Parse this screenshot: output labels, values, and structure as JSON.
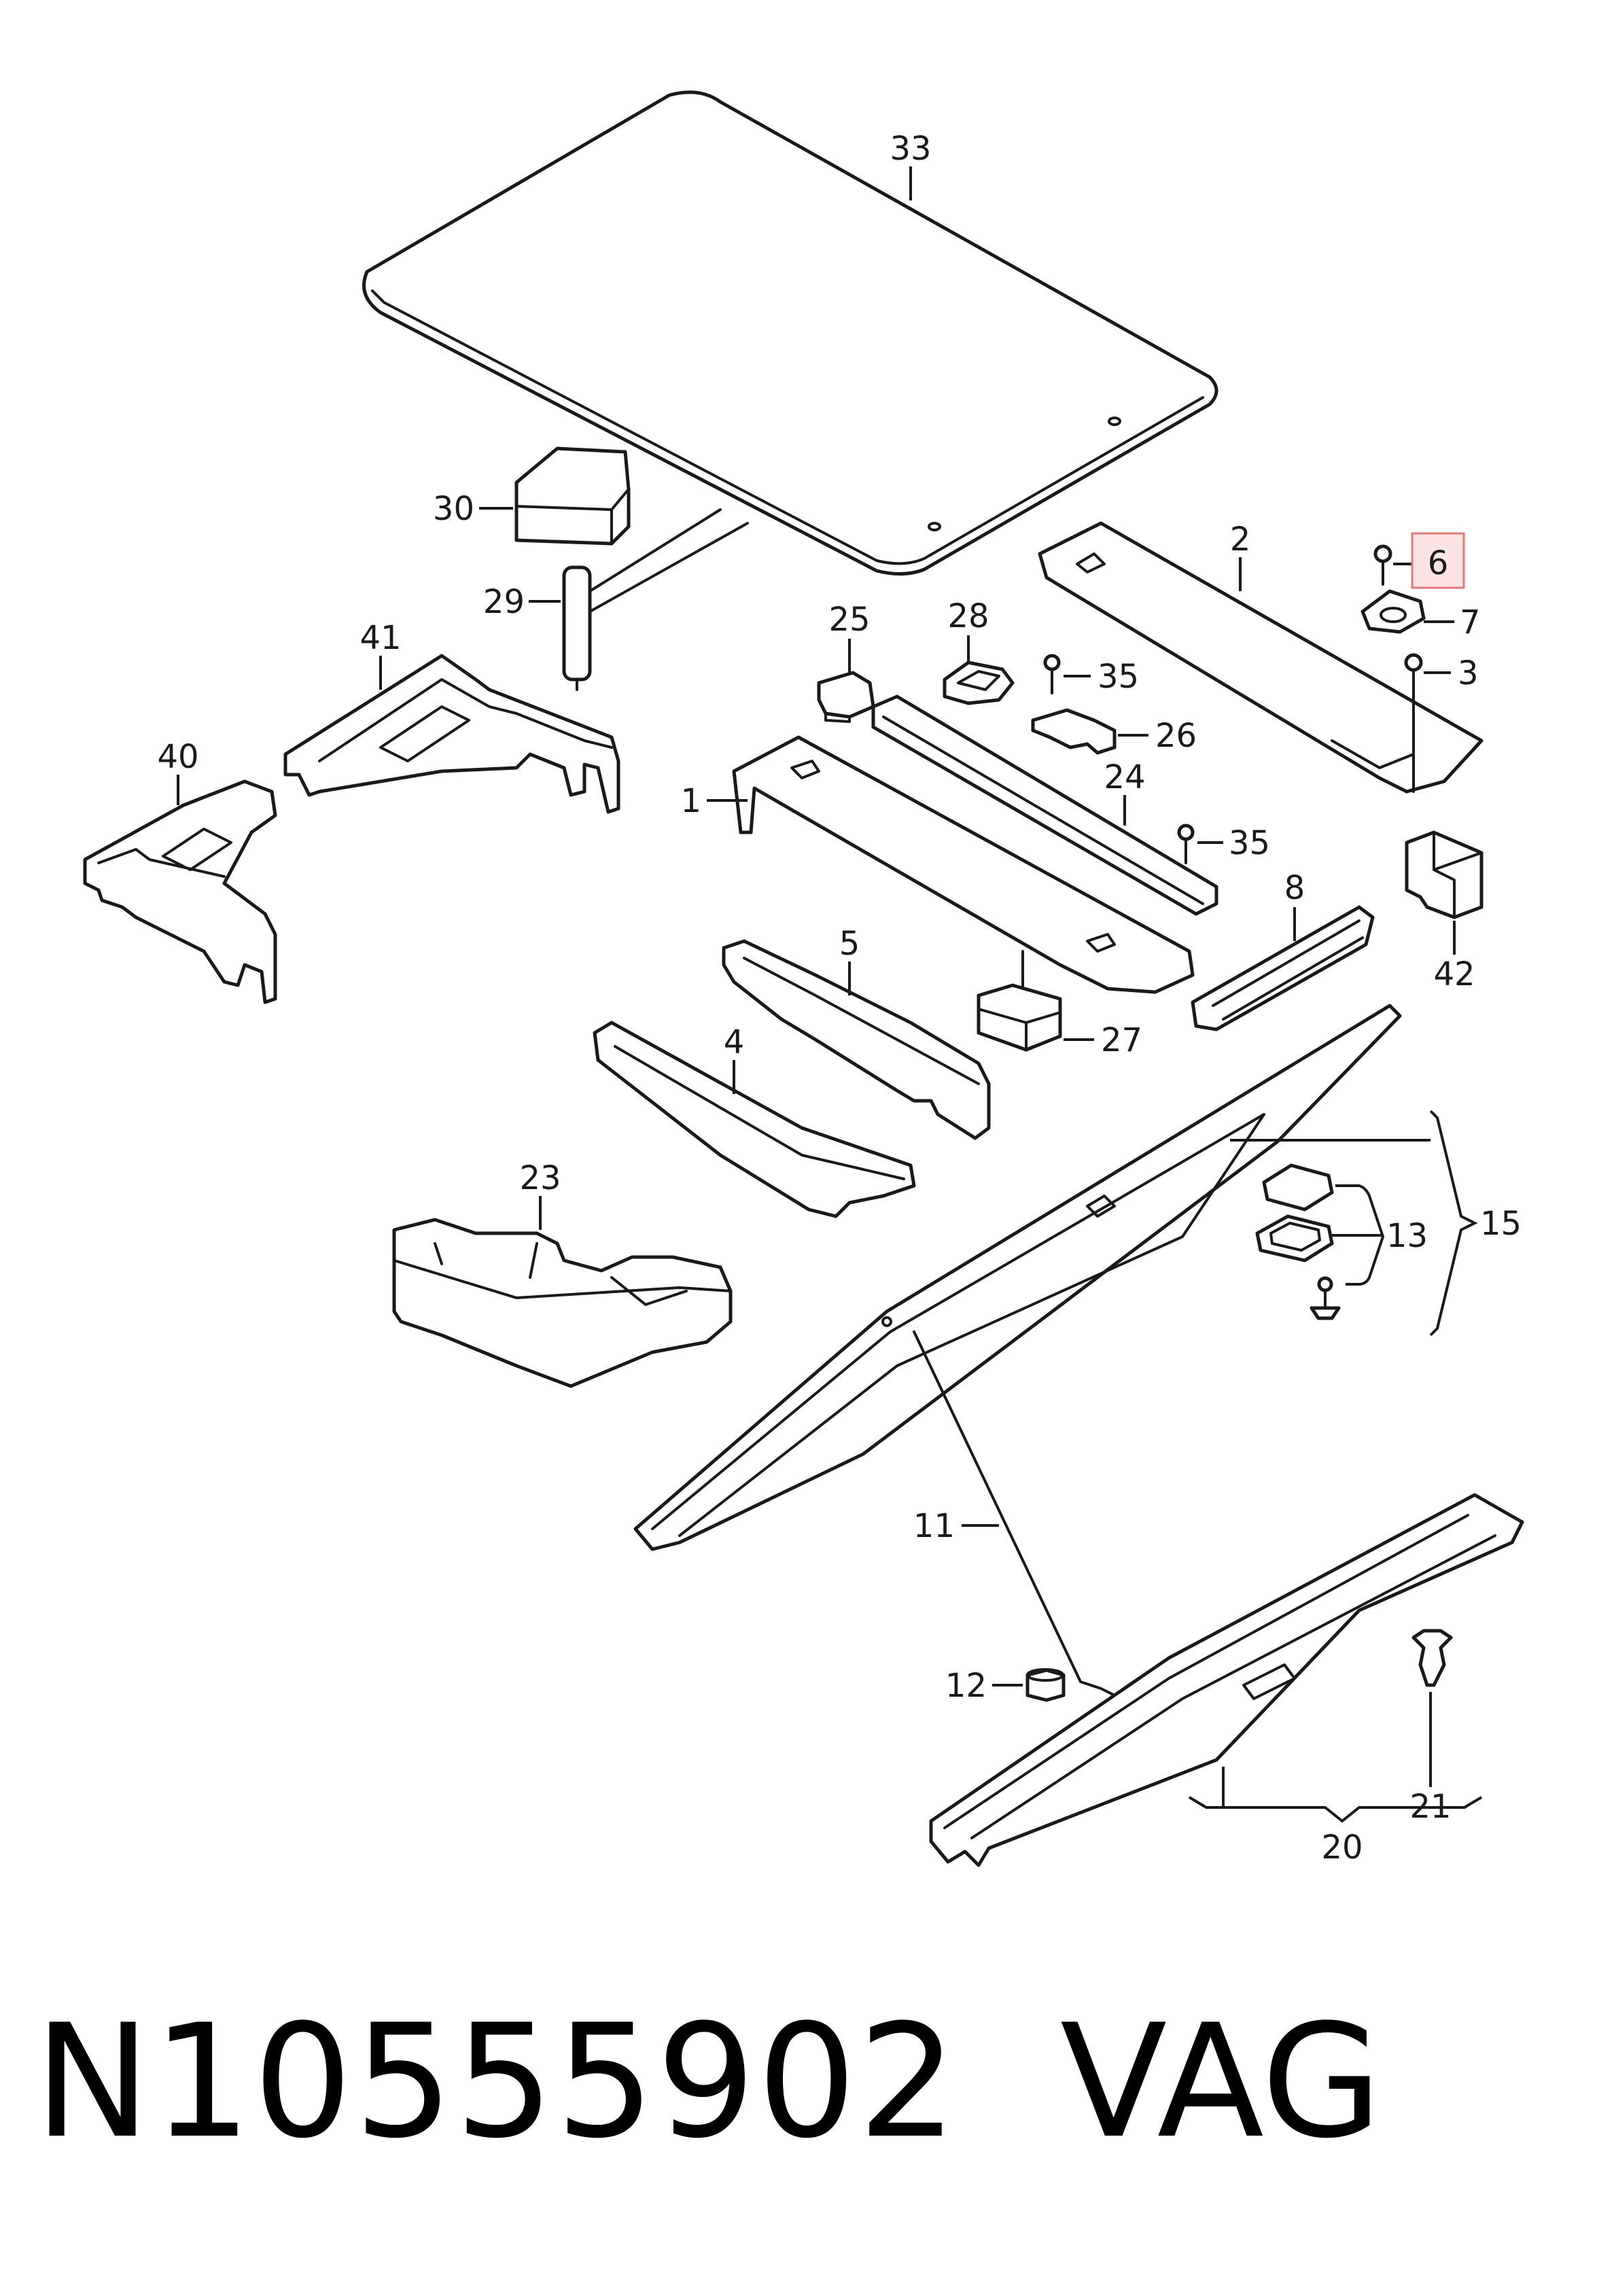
{
  "labels": {
    "p33": "33",
    "p30": "30",
    "p29": "29",
    "p41": "41",
    "p40": "40",
    "p25": "25",
    "p28": "28",
    "p35a": "35",
    "p26": "26",
    "p24": "24",
    "p35b": "35",
    "p1": "1",
    "p2": "2",
    "p6": "6",
    "p7": "7",
    "p3": "3",
    "p42": "42",
    "p8": "8",
    "p5": "5",
    "p27": "27",
    "p4": "4",
    "p23": "23",
    "p15": "15",
    "p13": "13",
    "p11": "11",
    "p12": "12",
    "p21": "21",
    "p20": "20"
  },
  "highlighted_part": "6",
  "highlight_color": "#e07a7a",
  "footer": {
    "part_number": "N10555902",
    "brand": "VAG"
  }
}
